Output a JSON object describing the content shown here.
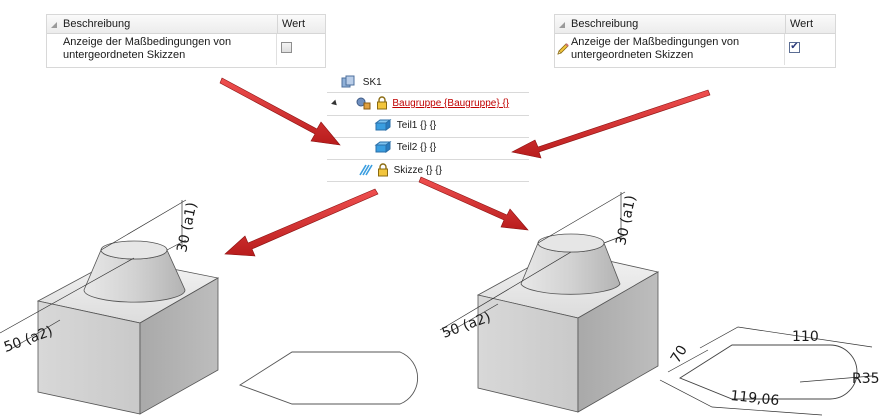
{
  "table_left": {
    "header": {
      "col1": "Beschreibung",
      "col2": "Wert"
    },
    "row": {
      "line1": "Anzeige der Maßbedingungen von",
      "line2": "untergeordneten Skizzen",
      "checked": false
    }
  },
  "table_right": {
    "header": {
      "col1": "Beschreibung",
      "col2": "Wert"
    },
    "row": {
      "line1": "Anzeige der Maßbedingungen von",
      "line2": "untergeordneten Skizzen",
      "checked": true
    }
  },
  "tree": {
    "root": "SK1",
    "assembly": "Baugruppe {Baugruppe} {}",
    "part1": "Teil1 {} {}",
    "part2": "Teil2 {} {}",
    "sketch": "Skizze {} {}"
  },
  "left_model": {
    "dim_height": "30 (a1)",
    "dim_width": "50 (a2)"
  },
  "right_model": {
    "dim_height": "30 (a1)",
    "dim_width": "50 (a2)",
    "dim_top": "110",
    "dim_side": "70",
    "dim_radius": "R35",
    "dim_bottom": "119,06"
  },
  "colors": {
    "arrow": "#d42a2a",
    "assembly_link": "#c00000",
    "check_mark": "#2b3a7a"
  }
}
